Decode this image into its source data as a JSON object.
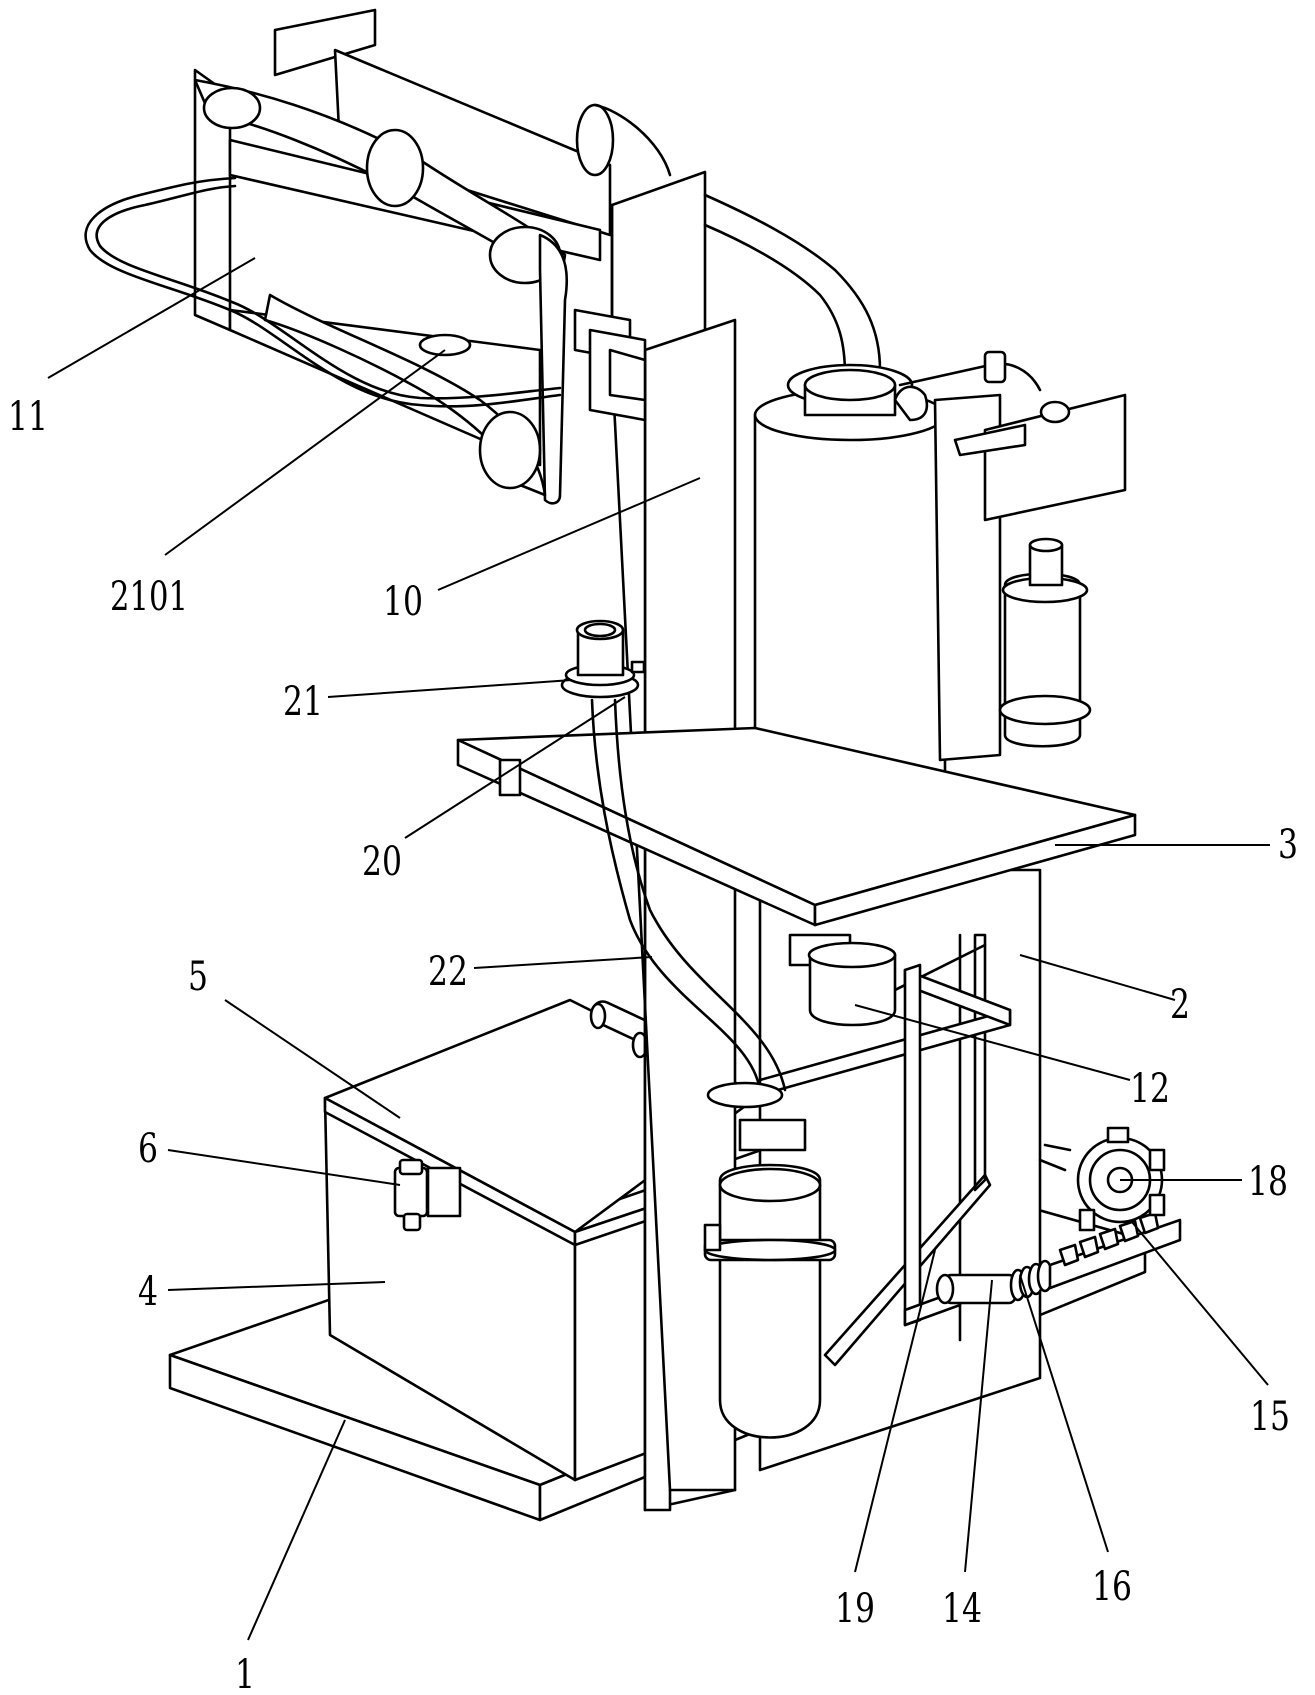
{
  "figure": {
    "background": "#ffffff",
    "line_color": "#000000",
    "callouts": [
      {
        "id": "c11",
        "text": "11"
      },
      {
        "id": "c2101",
        "text": "2101"
      },
      {
        "id": "c10",
        "text": "10"
      },
      {
        "id": "c21",
        "text": "21"
      },
      {
        "id": "c20",
        "text": "20"
      },
      {
        "id": "c3",
        "text": "3"
      },
      {
        "id": "c22",
        "text": "22"
      },
      {
        "id": "c5",
        "text": "5"
      },
      {
        "id": "c2",
        "text": "2"
      },
      {
        "id": "c12",
        "text": "12"
      },
      {
        "id": "c6",
        "text": "6"
      },
      {
        "id": "c18",
        "text": "18"
      },
      {
        "id": "c4",
        "text": "4"
      },
      {
        "id": "c15",
        "text": "15"
      },
      {
        "id": "c19",
        "text": "19"
      },
      {
        "id": "c14",
        "text": "14"
      },
      {
        "id": "c16",
        "text": "16"
      },
      {
        "id": "c1",
        "text": "1"
      }
    ]
  }
}
